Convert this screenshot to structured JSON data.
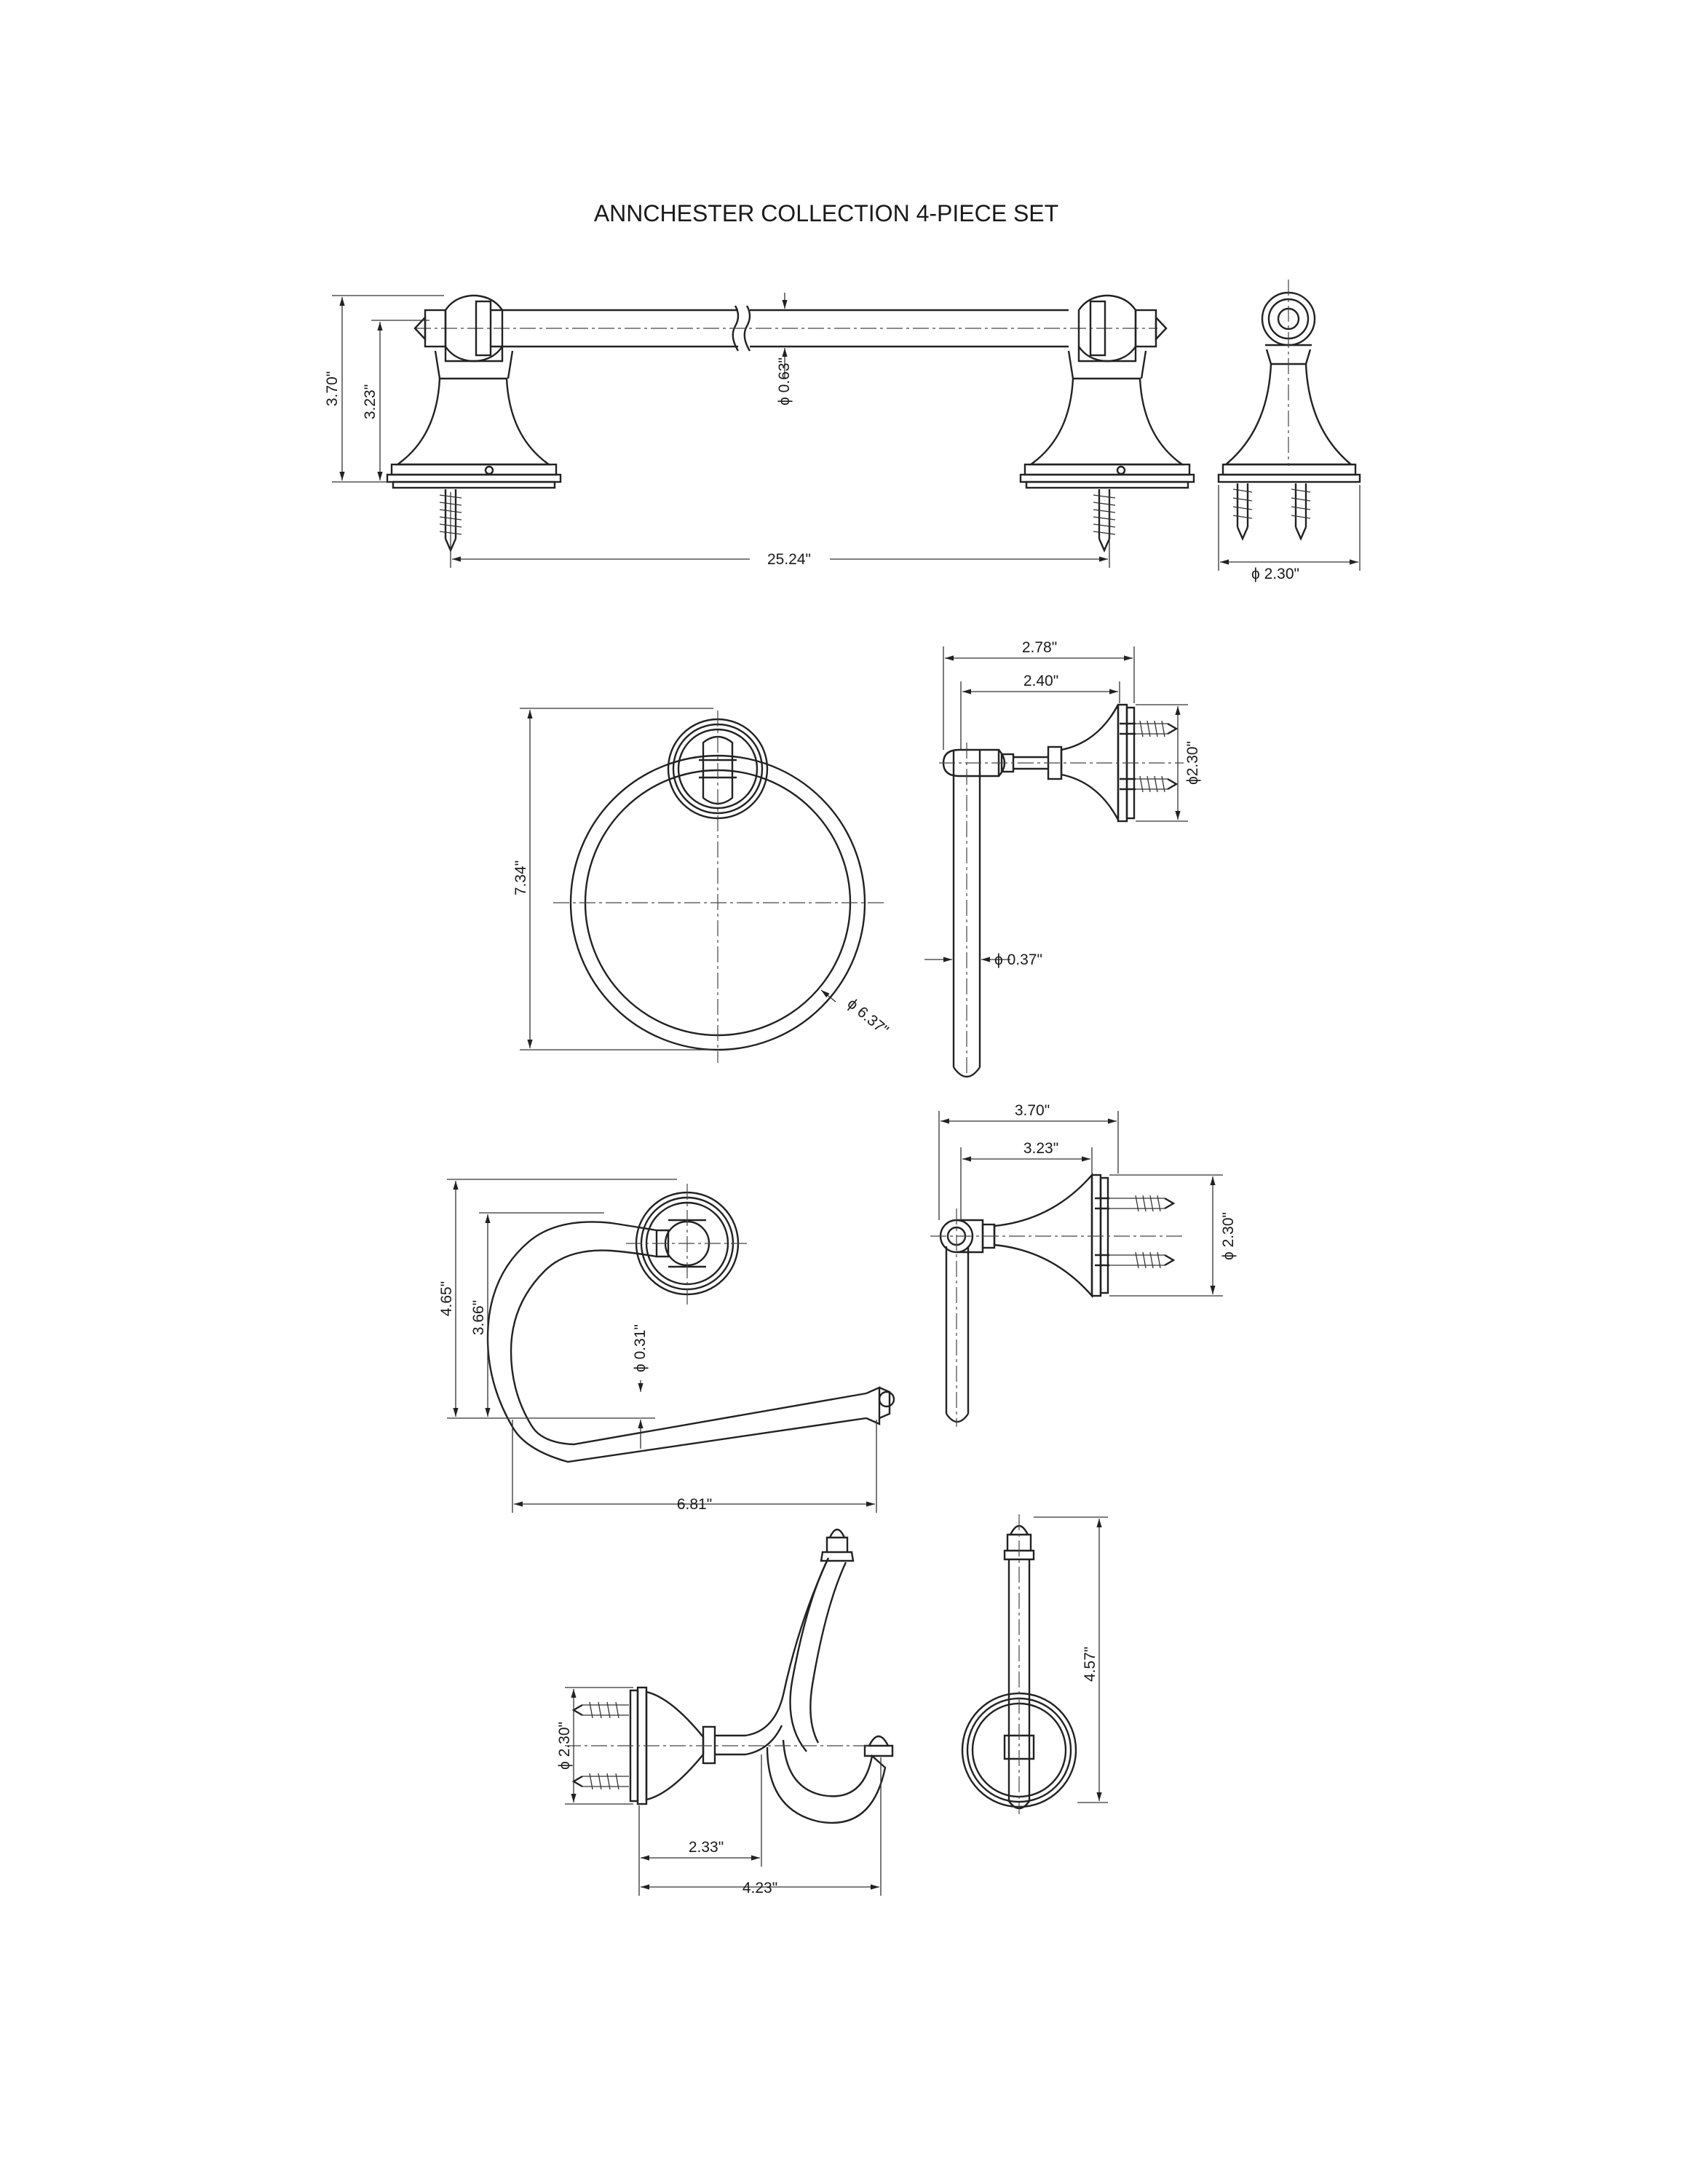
{
  "title": "ANNCHESTER COLLECTION 4-PIECE SET",
  "towel_bar": {
    "height_overall": "3.70\"",
    "height_bracket": "3.23\"",
    "bar_diameter": "ϕ 0.63\"",
    "length": "25.24\"",
    "base_diameter": "ϕ 2.30\""
  },
  "towel_ring": {
    "height": "7.34\"",
    "ring_diameter": "ϕ 6.37\"",
    "projection_overall": "2.78\"",
    "projection_post": "2.40\"",
    "base_diameter": "ϕ2.30\"",
    "rod_diameter": "ϕ 0.37\""
  },
  "paper_holder": {
    "height_overall": "4.65\"",
    "height_arm": "3.66\"",
    "rod_diameter": "ϕ 0.31\"",
    "width": "6.81\"",
    "projection_overall": "3.70\"",
    "projection_post": "3.23\"",
    "base_diameter": "ϕ 2.30\""
  },
  "robe_hook": {
    "base_diameter": "ϕ 2.30\"",
    "projection_lower": "2.33\"",
    "projection_overall": "4.23\"",
    "height": "4.57\""
  }
}
